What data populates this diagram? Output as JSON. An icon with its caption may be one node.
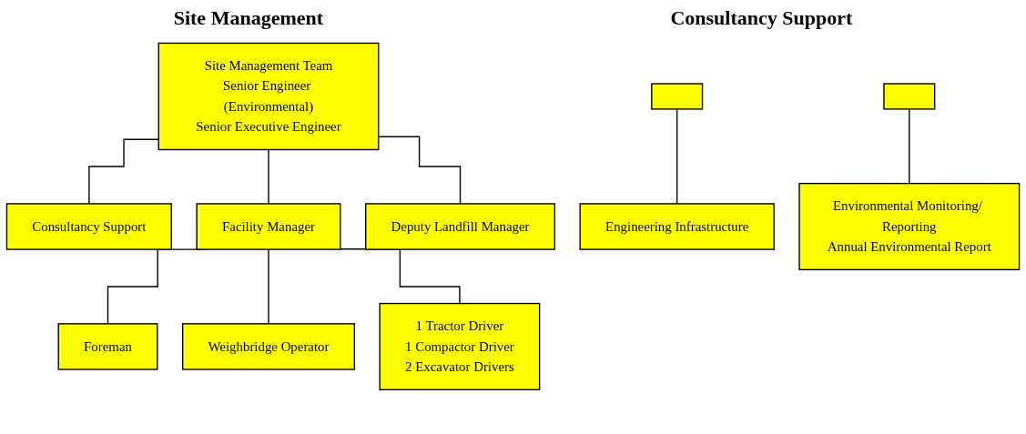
{
  "diagram": {
    "nodes": [
      {
        "text": [
          "Site Management Team",
          "Senior Engineer (Environmental)",
          "Senior Executive Engineer"
        ]
      },
      {
        "text": [
          "Consultancy Support"
        ]
      },
      {
        "text": [
          "Facility Manager"
        ]
      },
      {
        "text": [
          "Deputy Landfill Manager"
        ]
      },
      {
        "text": [
          "Foreman"
        ]
      },
      {
        "text": [
          "Weighbridge Operator"
        ]
      },
      {
        "text": [
          "1 Tractor Driver",
          "1 Compactor Driver",
          "2 Excavator Drivers"
        ]
      },
      {
        "text": [],
        "shape": "box"
      },
      {
        "text": [
          "Engineering Infrastructure"
        ]
      },
      {
        "text": [],
        "shape": "box"
      },
      {
        "text": [
          "Environmental Monitoring/ Reporting",
          "Annual Environmental Report"
        ]
      }
    ],
    "edges": [
      {
        "from": 0,
        "to": 1,
        "arrow": "none"
      },
      {
        "from": 0,
        "to": 2,
        "arrow": "none"
      },
      {
        "from": 0,
        "to": 3,
        "arrow": "none"
      },
      {
        "from": 2,
        "to": 4,
        "arrow": "none"
      },
      {
        "from": 2,
        "to": 5,
        "arrow": "none"
      },
      {
        "from": 2,
        "to": 6,
        "arrow": "none"
      },
      {
        "from": 7,
        "to": 8,
        "arrow": "none"
      },
      {
        "from": 9,
        "to": 10,
        "arrow": "none"
      }
    ],
    "labels": [
      "Site Management",
      "Consultancy Support"
    ]
  }
}
